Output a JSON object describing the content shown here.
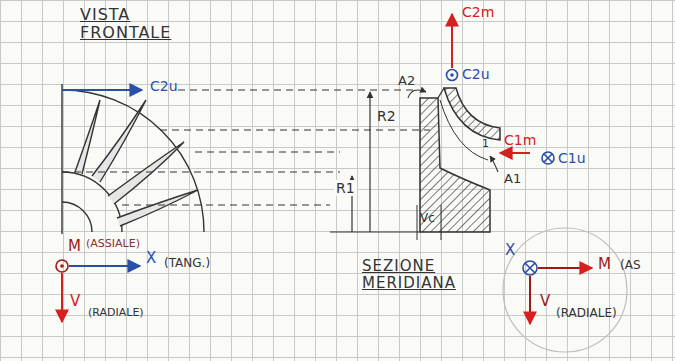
{
  "diagram": {
    "labels": [
      "VISTA FRONTALE",
      "C2u",
      "R2",
      "R1",
      "A2",
      "C2m",
      "C2u",
      "1",
      "C1m",
      "C1u",
      "A1",
      "Vc",
      "M",
      "(ASSIALE)",
      "X",
      "(TANG.)",
      "V",
      "(RADIALE)",
      "SEZIONE MERIDIANA",
      "X",
      "M",
      "(AS",
      "V",
      "(RADIALE)"
    ]
  }
}
